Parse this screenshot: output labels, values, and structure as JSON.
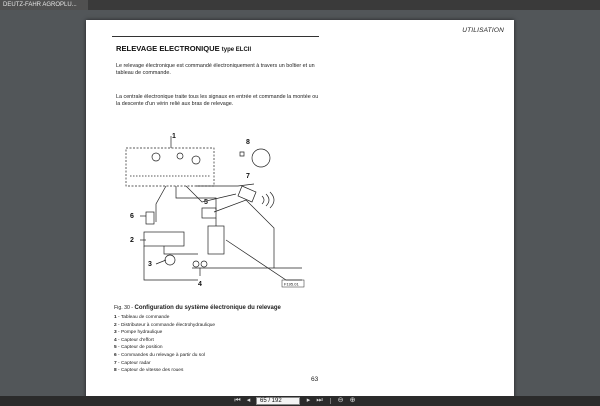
{
  "window": {
    "tab_title": "DEUTZ-FAHR AGROPLU..."
  },
  "document": {
    "running_head": "UTILISATION",
    "title": "RELEVAGE ELECTRONIQUE",
    "title_suffix": "type ELCII",
    "para1": "Le relevage électronique est commandé électroniquement à travers un boîtier et un tableau de commande.",
    "para2": "La centrale électronique traite tous les signaux en entrée et commande la montée ou la descente d'un vérin relié aux bras de relevage.",
    "figure": {
      "labels": [
        "1",
        "8",
        "7",
        "6",
        "5",
        "2",
        "3",
        "4"
      ],
      "tag": "F195.01"
    },
    "caption_prefix": "Fig. 30 -",
    "caption_title": "Configuration du système électronique du relevage",
    "legend": [
      {
        "num": "1",
        "text": "- Tableau de commande"
      },
      {
        "num": "2",
        "text": "- Distributeur à commande électrohydraulique"
      },
      {
        "num": "3",
        "text": "- Pompe hydraulique"
      },
      {
        "num": "4",
        "text": "- Capteur d'effort"
      },
      {
        "num": "5",
        "text": "- Capteur de position"
      },
      {
        "num": "6",
        "text": "- Commandes du relevage à partir du sol"
      },
      {
        "num": "7",
        "text": "- Capteur radar"
      },
      {
        "num": "8",
        "text": "- Capteur de vitesse des roues"
      }
    ],
    "page_number": "63"
  },
  "toolbar": {
    "first_icon": "first-page-icon",
    "prev_icon": "prev-page-icon",
    "page_field": "65 / 192",
    "next_icon": "next-page-icon",
    "last_icon": "last-page-icon",
    "zoom_out_icon": "zoom-out-icon",
    "zoom_in_icon": "zoom-in-icon"
  }
}
